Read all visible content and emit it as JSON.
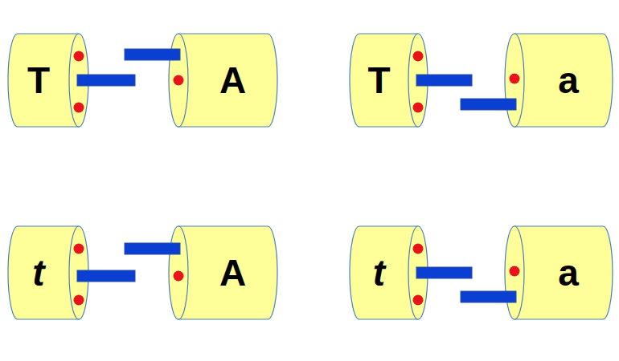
{
  "diagram": {
    "nodes": [
      {
        "text": [
          "T"
        ]
      },
      {
        "text": [
          "A"
        ]
      },
      {
        "text": [
          "T"
        ]
      },
      {
        "text": [
          "a"
        ]
      },
      {
        "text": [
          "t"
        ]
      },
      {
        "text": [
          "A"
        ]
      },
      {
        "text": [
          "t"
        ]
      },
      {
        "text": [
          "a"
        ]
      }
    ]
  }
}
